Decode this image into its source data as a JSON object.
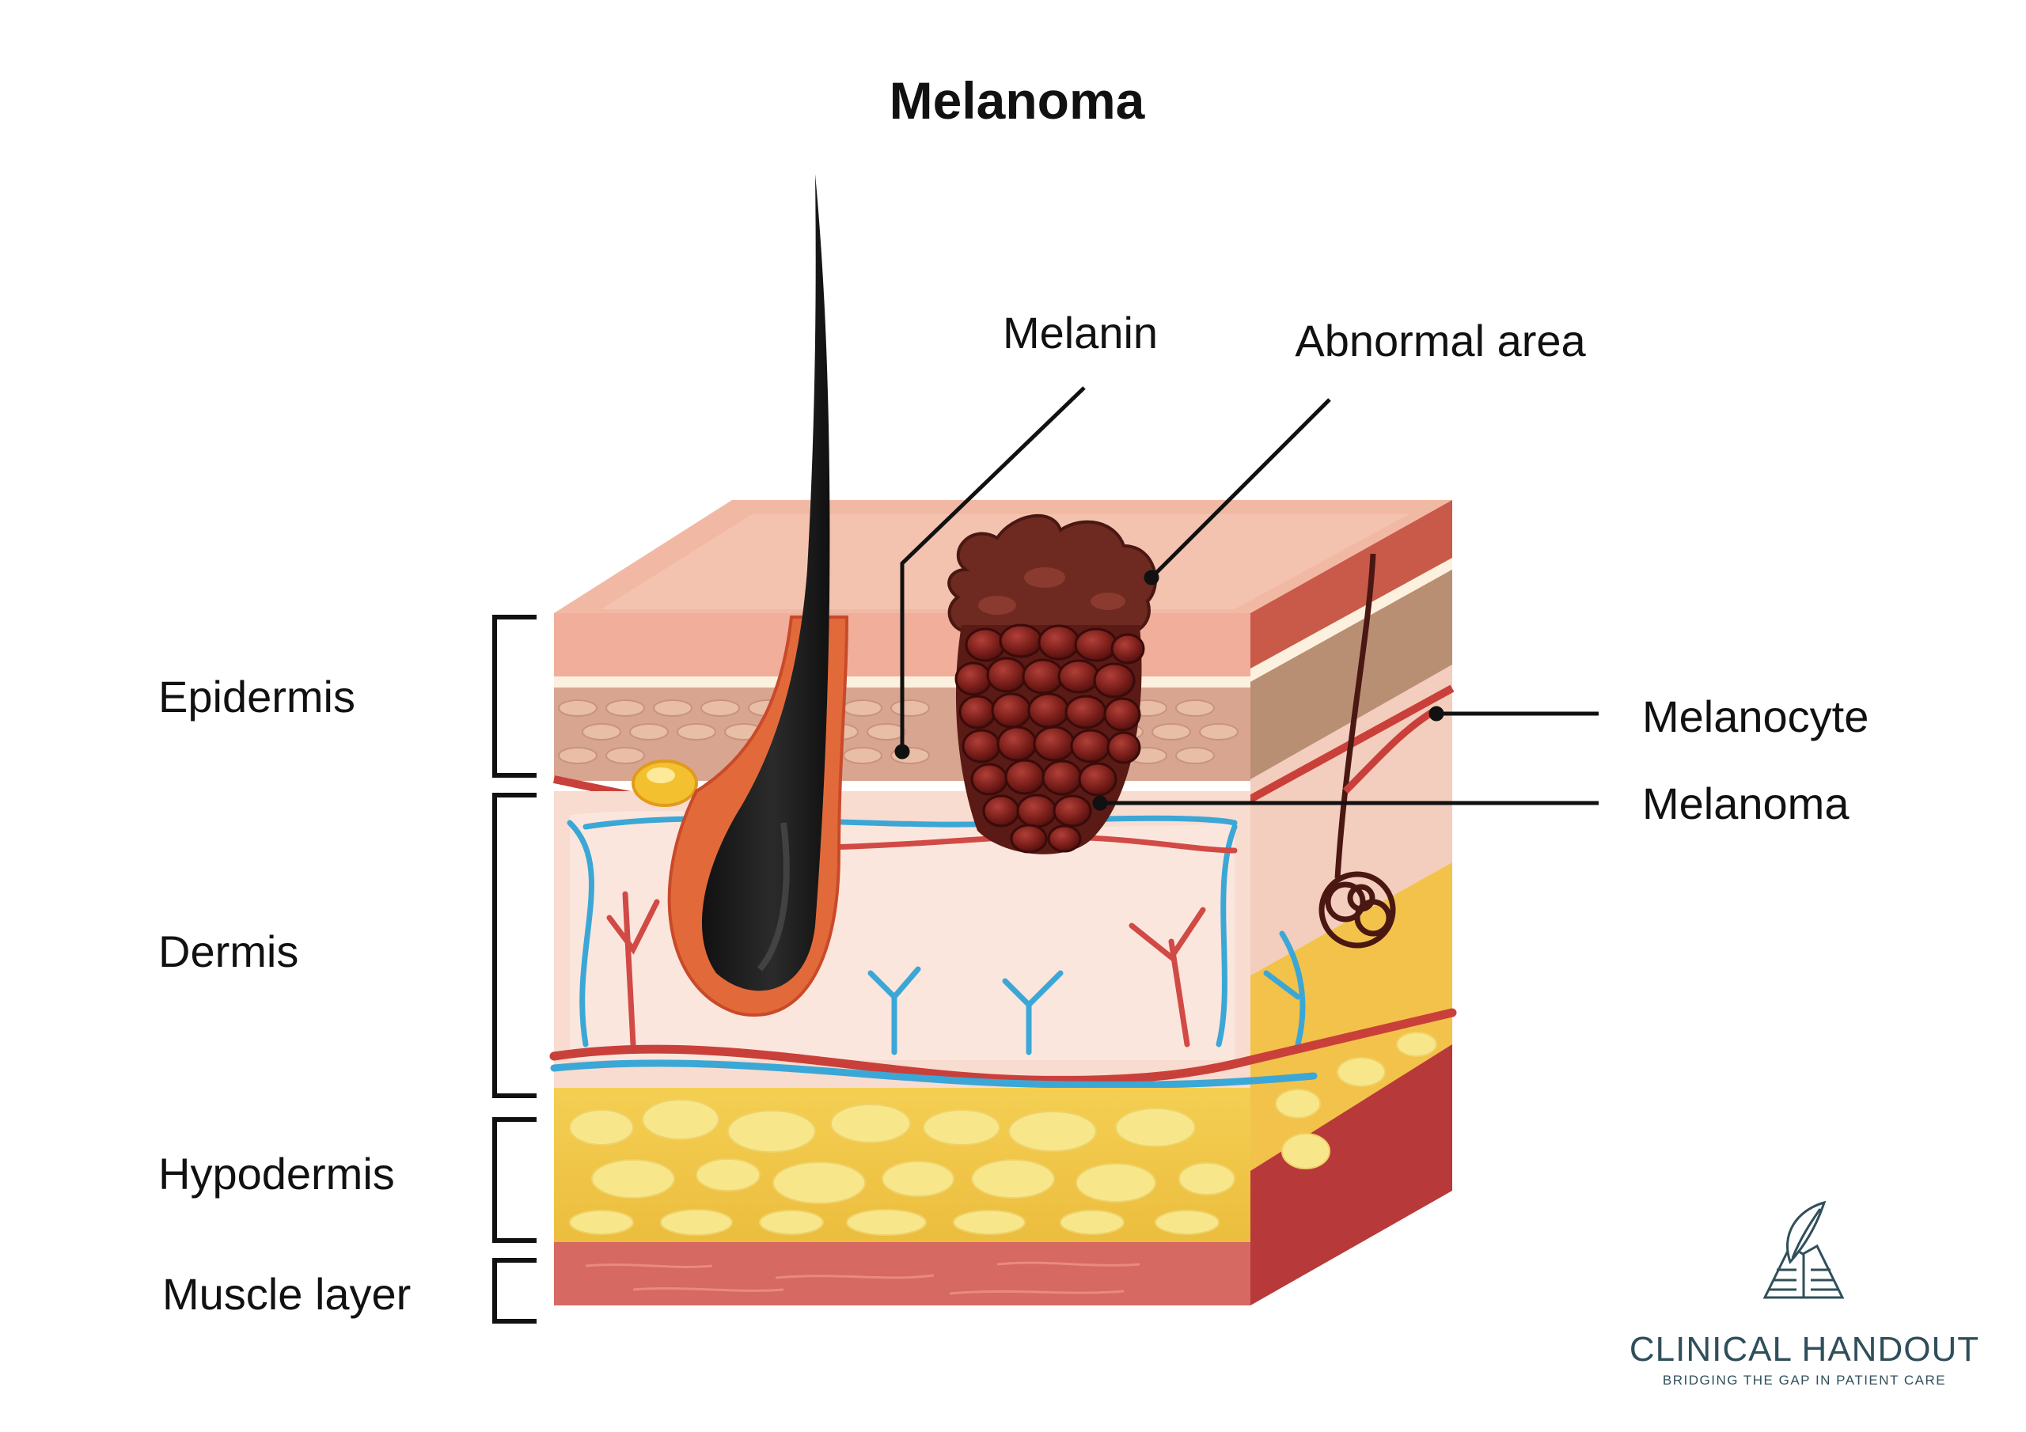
{
  "title": "Melanoma",
  "layer_labels": {
    "epidermis": "Epidermis",
    "dermis": "Dermis",
    "hypodermis": "Hypodermis",
    "muscle": "Muscle layer"
  },
  "callouts": {
    "melanin": "Melanin",
    "abnormal_area": "Abnormal area",
    "melanocyte": "Melanocyte",
    "melanoma": "Melanoma"
  },
  "brand": {
    "name": "CLINICAL HANDOUT",
    "tagline": "BRIDGING THE GAP IN PATIENT CARE",
    "color": "#2f4f5a"
  }
}
